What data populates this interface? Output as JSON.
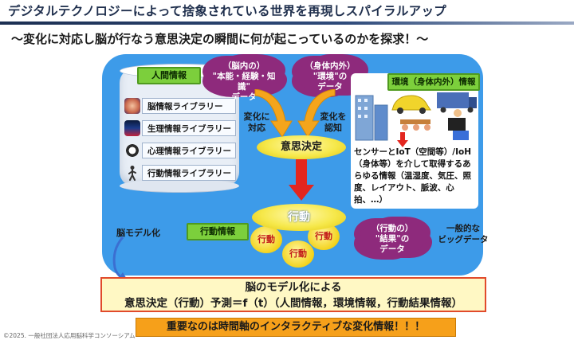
{
  "title": "デジタルテクノロジーによって捨象されている世界を再現しスパイラルアップ",
  "subtitle": "～変化に対応し脳が行なう意思決定の瞬間に何が起こっているのかを探求！～",
  "human_info": {
    "label": "人間情報",
    "libraries": [
      "脳情報ライブラリー",
      "生理情報ライブラリー",
      "心理情報ライブラリー",
      "行動情報ライブラリー"
    ]
  },
  "cloud_brain": {
    "line1": "（脳内の）",
    "line2": "\"本能・経験・知識\"",
    "line3": "データ"
  },
  "cloud_env": {
    "line1": "（身体内外）",
    "line2": "\"環境\"の",
    "line3": "データ"
  },
  "arrow_left_label": {
    "line1": "変化に",
    "line2": "対応"
  },
  "arrow_right_label": {
    "line1": "変化を",
    "line2": "認知"
  },
  "decision": "意思決定",
  "env_info": {
    "label": "環境（身体内外）情報",
    "description": "センサーとIoT（空間等）/IoH（身体等）を介して取得するあらゆる情報（温湿度、気圧、照度、レイアウト、脈波、心拍、…）"
  },
  "action": {
    "main": "行動",
    "sub": [
      "行動",
      "行動",
      "行動"
    ]
  },
  "action_info_label": "行動情報",
  "cloud_result": {
    "line1": "（行動の）",
    "line2": "\"結果\"の",
    "line3": "データ"
  },
  "model_label": "脳モデル化",
  "big_data": {
    "line1": "一般的な",
    "line2": "ビッグデータ"
  },
  "yellow_box": {
    "line1": "脳のモデル化による",
    "line2": "意思決定（行動）予測＝f（t）（人間情報，環境情報，行動結果情報）"
  },
  "orange_box": "重要なのは時間軸のインタラクティブな変化情報！！！",
  "footer": "©2025. 一般社団法人応用脳科学コンソーシアム",
  "colors": {
    "panel": "#3d9be9",
    "cloud": "#8e2a7c",
    "green": "#7ccf3c",
    "arrow_orange": "#f4a51c",
    "arrow_red": "#e3261f"
  }
}
